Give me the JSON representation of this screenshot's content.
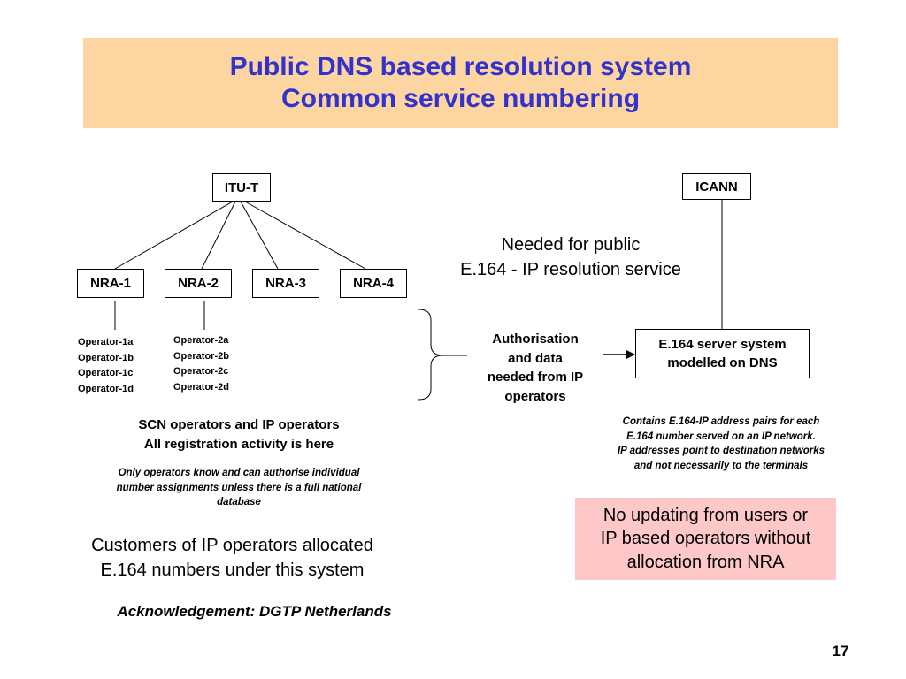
{
  "title": {
    "line1": "Public DNS based resolution system",
    "line2": "Common service numbering",
    "color": "#3333cc",
    "background": "#fdd5a0"
  },
  "nodes": {
    "itu_t": "ITU-T",
    "icann": "ICANN",
    "nra": [
      "NRA-1",
      "NRA-2",
      "NRA-3",
      "NRA-4"
    ],
    "e164_server": [
      "E.164 server system",
      "modelled on DNS"
    ]
  },
  "operators": {
    "nra1": [
      "Operator-1a",
      "Operator-1b",
      "Operator-1c",
      "Operator-1d"
    ],
    "nra2": [
      "Operator-2a",
      "Operator-2b",
      "Operator-2c",
      "Operator-2d"
    ]
  },
  "needed_text": [
    "Needed for public",
    "E.164 - IP resolution service"
  ],
  "authorisation_text": [
    "Authorisation",
    "and data",
    "needed from IP",
    "operators"
  ],
  "scn_text": [
    "SCN operators and IP operators",
    "All registration activity is here"
  ],
  "only_operators_text": [
    "Only operators know and can authorise individual",
    "number assignments unless there is a full national",
    "database"
  ],
  "contains_text": [
    "Contains E.164-IP address pairs for each",
    "E.164 number served on an IP network.",
    "IP addresses point to destination networks",
    "and not necessarily to the terminals"
  ],
  "no_updating_text": [
    "No updating from users or",
    "IP based operators without",
    "allocation from NRA"
  ],
  "no_updating_background": "#ffc8c8",
  "customers_text": [
    "Customers of IP operators allocated",
    "E.164 numbers under this system"
  ],
  "acknowledgement": "Acknowledgement: DGTP Netherlands",
  "page_number": "17"
}
